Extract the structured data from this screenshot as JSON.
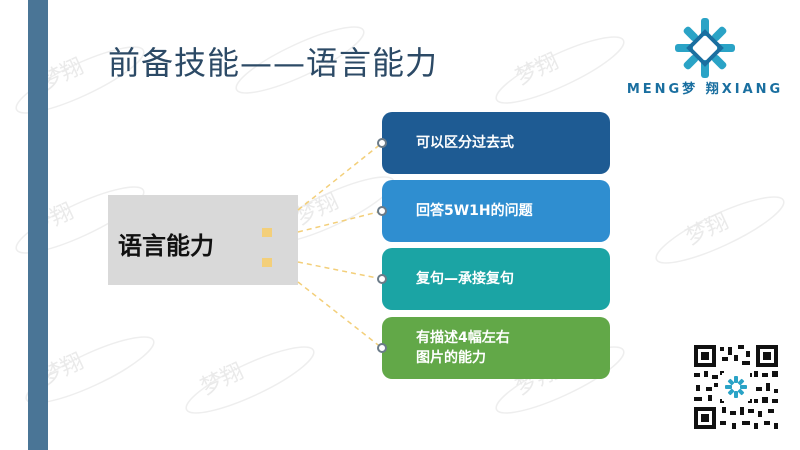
{
  "title": "前备技能——语言能力",
  "logo": {
    "brand_text": "MENG梦 翔XIANG",
    "colors": {
      "primary": "#1a6fa0",
      "accent": "#2aa3c6"
    }
  },
  "center_label": "语言能力",
  "watermark_text": "梦翔",
  "items": [
    {
      "label": "可以区分过去式",
      "color": "#1e5b93"
    },
    {
      "label": "回答5W1H的问题",
      "color": "#2f8ed0"
    },
    {
      "label": "复句—承接复句",
      "color": "#1ba4a4"
    },
    {
      "label": "有描述4幅左右图片的能力",
      "line1": "有描述4幅左右",
      "line2": "图片的能力",
      "color": "#62a848"
    }
  ],
  "colors": {
    "side_bar": "#4a7596",
    "title_text": "#2c4a66",
    "center_box": "#d9d9d9",
    "connector": "#f3cf7a"
  },
  "icons": [
    "logo-emblem-icon",
    "qr-code-icon",
    "node-dot-icon"
  ]
}
